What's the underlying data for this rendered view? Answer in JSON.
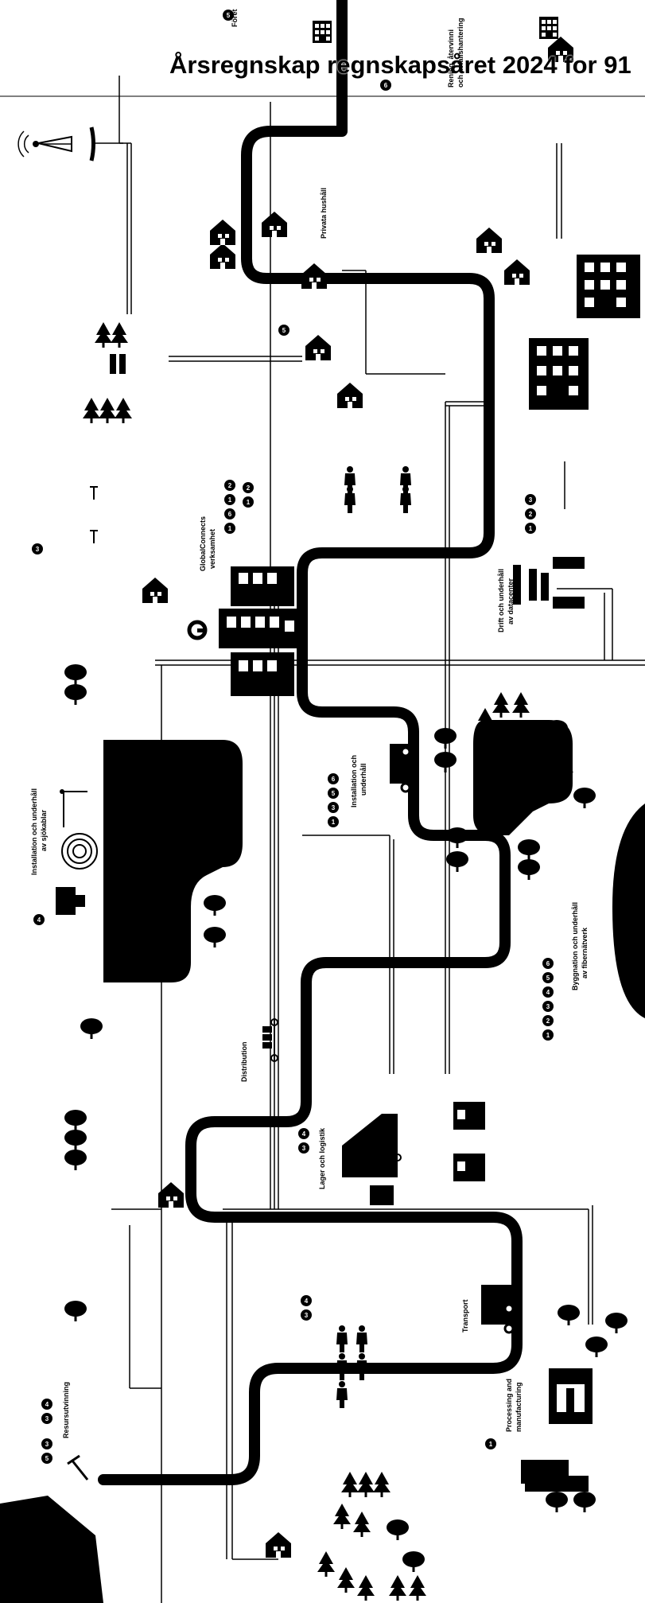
{
  "title": "Årsregnskap regnskapsåret 2024 for 91",
  "labels": {
    "foretag": "Föret",
    "atervinning_1": "Rening, återvinni",
    "atervinning_2": "och avfallshantering",
    "privata": "Privata hushåll",
    "globalconnect_1": "GlobalConnects",
    "globalconnect_2": "verksamhet",
    "datacenter_1": "Drift och underhåll",
    "datacenter_2": "av datacenter",
    "installation_1": "Installation och",
    "installation_2": "underhåll",
    "sjokablar_1": "Installation och underhåll",
    "sjokablar_2": "av sjökablar",
    "fibernatverk_1": "Byggnation och underhåll",
    "fibernatverk_2": "av fibernätverk",
    "distribution": "Distribution",
    "lager": "Lager och logistik",
    "transport": "Transport",
    "processing_1": "Processing and",
    "processing_2": "manufacturing",
    "resurs": "Resursutvinning"
  },
  "badges": {
    "foretag": [
      "5"
    ],
    "atervinning": [
      "6"
    ],
    "privata": [
      "5"
    ],
    "global_row1": [
      "1",
      "6",
      "1",
      "2"
    ],
    "global_row2": [
      "1",
      "2"
    ],
    "left_3": [
      "3"
    ],
    "datacenter": [
      "1",
      "2",
      "3"
    ],
    "installation": [
      "1",
      "3",
      "5",
      "6"
    ],
    "sjokablar": [
      "4"
    ],
    "fibernatverk": [
      "1",
      "2",
      "3",
      "4",
      "5",
      "6"
    ],
    "lager": [
      "3",
      "4"
    ],
    "transport": [
      "3",
      "4"
    ],
    "processing": [
      "1"
    ],
    "resurs_row1": [
      "3",
      "4"
    ],
    "resurs_row2": [
      "5",
      "3"
    ]
  },
  "icons": [
    "factory-icon",
    "truck-icon",
    "warehouse-icon",
    "office-building-icon",
    "house-icon",
    "tree-icon",
    "ship-icon",
    "data-center-icon",
    "cell-tower-icon",
    "people-icon",
    "globalconnect-logo-icon",
    "mine-icon"
  ]
}
